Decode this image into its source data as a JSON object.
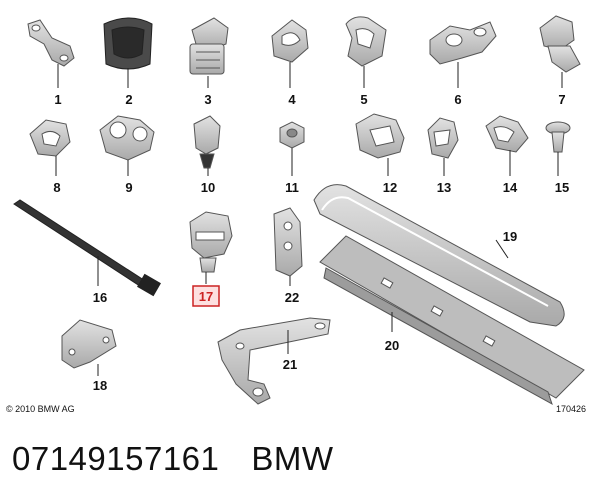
{
  "parts": [
    {
      "num": "1",
      "icon": "bracket-tab-icon"
    },
    {
      "num": "2",
      "icon": "rubber-grommet-icon"
    },
    {
      "num": "3",
      "icon": "spring-clip-icon"
    },
    {
      "num": "4",
      "icon": "cable-clip-icon"
    },
    {
      "num": "5",
      "icon": "open-clip-icon"
    },
    {
      "num": "6",
      "icon": "double-clip-icon"
    },
    {
      "num": "7",
      "icon": "push-clip-icon"
    },
    {
      "num": "8",
      "icon": "c-clip-icon"
    },
    {
      "num": "9",
      "icon": "pipe-holder-icon"
    },
    {
      "num": "10",
      "icon": "fir-tree-clip-icon"
    },
    {
      "num": "11",
      "icon": "hex-nut-icon"
    },
    {
      "num": "12",
      "icon": "square-clip-icon"
    },
    {
      "num": "13",
      "icon": "clip-holder-icon"
    },
    {
      "num": "14",
      "icon": "wire-clip-icon"
    },
    {
      "num": "15",
      "icon": "push-rivet-icon"
    },
    {
      "num": "16",
      "icon": "cable-tie-icon"
    },
    {
      "num": "17",
      "icon": "retaining-clip-icon"
    },
    {
      "num": "18",
      "icon": "mounting-bracket-icon"
    },
    {
      "num": "19",
      "icon": "cover-lid-icon"
    },
    {
      "num": "20",
      "icon": "cable-duct-icon"
    },
    {
      "num": "21",
      "icon": "support-bracket-icon"
    },
    {
      "num": "22",
      "icon": "stacked-clip-icon"
    }
  ],
  "highlighted_part": "17",
  "colors": {
    "part_fill": "#c9c9c9",
    "part_stroke": "#555555",
    "highlight": "#cc2222"
  },
  "copyright": "© 2010 BMW AG",
  "image_number": "170426",
  "part_number": "07149157161",
  "brand": "BMW"
}
